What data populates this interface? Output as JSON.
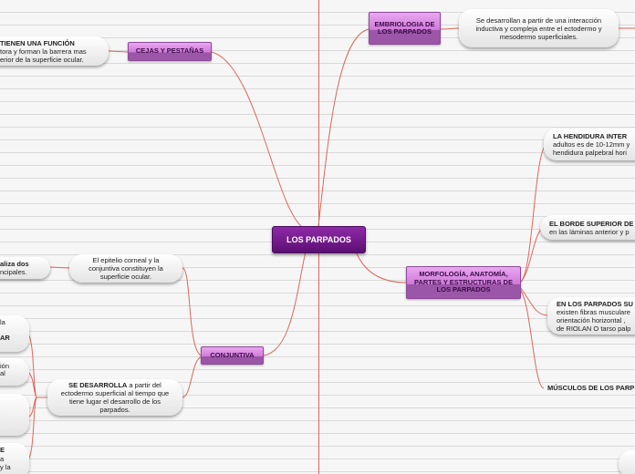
{
  "central": {
    "label": "LOS PARPADOS"
  },
  "topics": {
    "embriologia": "EMBRIOLOGIA DE LOS PARPADOS",
    "cejas": "CEJAS Y PESTAÑAS",
    "morfologia": "MORFOLOGÍA, ANATOMÍA, PARTES Y ESTRUCTURAS DE LOS PARPADOS",
    "conjuntiva": "CONJUNTIVA"
  },
  "bubbles": {
    "embriologia_text": "Se desarrollan a partir de una interacción inductiva y compleja entre el ectodermo y mesodermo superficiales.",
    "cejas_bold": "TIENEN UNA FUNCIÓN",
    "cejas_rest": "tora y forman la barrera mas erior de la superficie ocular.",
    "conjuntiva_epitelio": "El epitelio corneal y la conjuntiva constituyen la superficie ocular.",
    "conjuntiva_aliza_bold": "aliza dos",
    "conjuntiva_aliza_rest": "ncipales.",
    "desarrolla_bold": "SE DESARROLLA",
    "desarrolla_rest": " a partir del ectodermo superficial al tiempo que tiene lugar el desarrollo de los parpados.",
    "left_frag_1": "la",
    "left_frag_2": "AR",
    "left_frag_3": "ión",
    "left_frag_4": "al",
    "left_frag_5": "E",
    "left_frag_6": "a",
    "left_frag_7": "y la"
  },
  "morfologia_items": {
    "hendidura_bold": "LA HENDIDURA INTER",
    "hendidura_line1": "adultos es de 10-12mm y",
    "hendidura_line2": "hendidura palpebral hori",
    "borde_bold": "EL BORDE SUPERIOR DE",
    "borde_line1": "en las láminas anterior y p",
    "parpados_bold": "EN LOS PARPADOS SU",
    "parpados_line1": "existen fibras musculare",
    "parpados_line2": "orientación horizontal ,",
    "parpados_line3": "de RIOLAN O tarso palp",
    "musculos_bold": "MÚSCULOS DE LOS PARP"
  }
}
